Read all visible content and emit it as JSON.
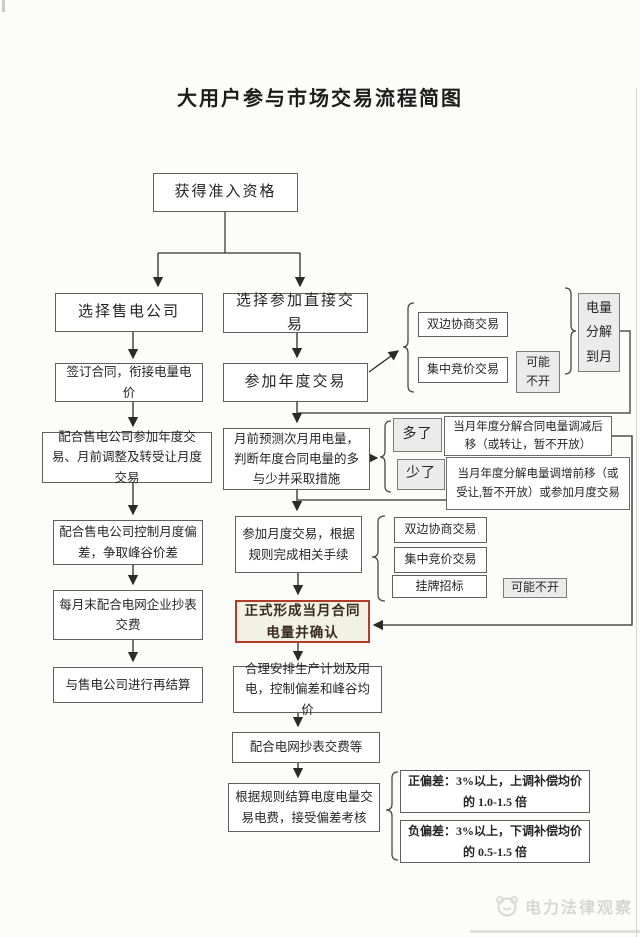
{
  "title": "大用户参与市场交易流程简图",
  "colors": {
    "box_border": "#5f5f5f",
    "shaded_fill": "#ebebeb",
    "highlight_border": "#b43a2e",
    "highlight_fill": "#f1f2e2",
    "line": "#2b2b2b",
    "watermark": "#d6d6d6"
  },
  "nodes": {
    "start": "获得准入资格",
    "left": {
      "choose_retailer": "选择售电公司",
      "sign_contract": "签订合同，衔接电量电价",
      "assist_annual": "配合售电公司参加年度交易、月前调整及转受让月度交易",
      "control_deviation": "配合售电公司控制月度偏差，争取峰谷价差",
      "meter_pay": "每月末配合电网企业抄表交费",
      "resettle": "与售电公司进行再结算"
    },
    "right": {
      "choose_direct": "选择参加直接交易",
      "annual_trade": "参加年度交易",
      "forecast": "月前预测次月用电量，判断年度合同电量的多与少并采取措施",
      "monthly_trade": "参加月度交易，根据规则完成相关手续",
      "confirm": "正式形成当月合同电量并确认",
      "arrange": "合理安排生产计划及用电，控制偏差和峰谷均价",
      "meter_pay": "配合电网抄表交费等",
      "settle": "根据规则结算电度电量交易电费，接受偏差考核"
    },
    "annual_side": {
      "bilateral": "双边协商交易",
      "bidding": "集中竞价交易",
      "maybe_closed": "可能不开",
      "decompose": "电量分解到月"
    },
    "forecast_side": {
      "more": "多了",
      "less": "少了",
      "more_note": "当月年度分解合同电量调减后移（或转让，暂不开放）",
      "less_note": "当月年度分解电量调增前移（或受让,暂不开放）或参加月度交易"
    },
    "monthly_side": {
      "bilateral": "双边协商交易",
      "bidding": "集中竞价交易",
      "listing": "挂牌招标",
      "maybe_closed": "可能不开"
    },
    "settle_side": {
      "positive": "正偏差：3%以上，上调补偿均价的 1.0-1.5 倍",
      "negative": "负偏差：3%以上，下调补偿均价的 0.5-1.5 倍"
    }
  },
  "watermark": {
    "text": "电力法律观察"
  }
}
